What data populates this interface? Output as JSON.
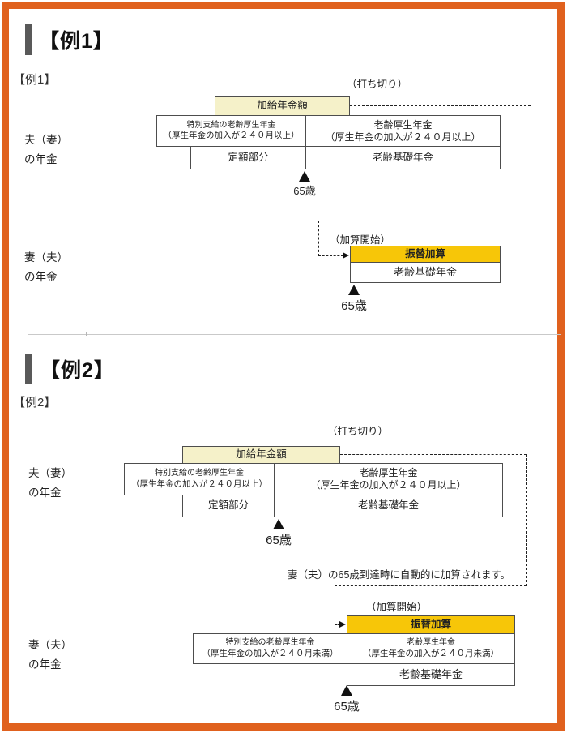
{
  "colors": {
    "frame_orange": "#e0611e",
    "cream_box": "#f5f1c9",
    "gold_box": "#f7c608",
    "box_border": "#4d4d4d",
    "header_bar_gray": "#595959"
  },
  "example1": {
    "header": "【例1】",
    "sublabel": "【例1】",
    "cutoff": "（打ち切り）",
    "kakyuu": "加給年金額",
    "husband_line1": "夫（妻）",
    "husband_line2": "の年金",
    "tokubetsu_line1": "特別支給の老齢厚生年金",
    "tokubetsu_line2": "（厚生年金の加入が２４０月以上）",
    "kousei_line1": "老齢厚生年金",
    "kousei_line2": "（厚生年金の加入が２４０月以上）",
    "teigaku": "定額部分",
    "kiso": "老齢基礎年金",
    "age65_husband": "65歳",
    "kasan_start": "（加算開始）",
    "furikae": "振替加算",
    "wife_kiso": "老齢基礎年金",
    "wife_line1": "妻（夫）",
    "wife_line2": "の年金",
    "age65_wife": "65歳"
  },
  "example2": {
    "header": "【例2】",
    "sublabel": "【例2】",
    "cutoff": "（打ち切り）",
    "kakyuu": "加給年金額",
    "husband_line1": "夫（妻）",
    "husband_line2": "の年金",
    "tokubetsu_line1": "特別支給の老齢厚生年金",
    "tokubetsu_line2": "（厚生年金の加入が２４０月以上）",
    "kousei_line1": "老齢厚生年金",
    "kousei_line2": "（厚生年金の加入が２４０月以上）",
    "teigaku": "定額部分",
    "kiso": "老齢基礎年金",
    "age65_husband": "65歳",
    "note": "妻（夫）の65歳到達時に自動的に加算されます。",
    "kasan_start": "（加算開始）",
    "furikae": "振替加算",
    "wife_tokubetsu_line1": "特別支給の老齢厚生年金",
    "wife_tokubetsu_line2": "（厚生年金の加入が２４０月未満）",
    "wife_kousei_line1": "老齢厚生年金",
    "wife_kousei_line2": "（厚生年金の加入が２４０月未満）",
    "wife_kiso": "老齢基礎年金",
    "wife_line1": "妻（夫）",
    "wife_line2": "の年金",
    "age65_wife": "65歳"
  }
}
